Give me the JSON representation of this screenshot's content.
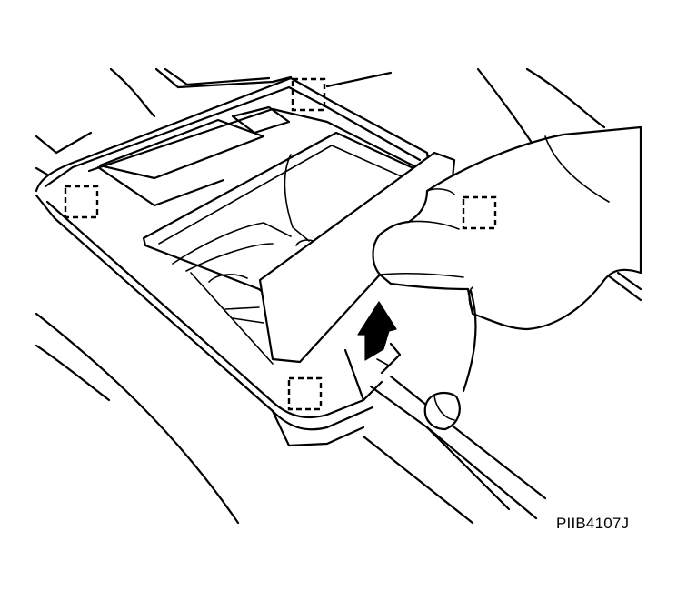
{
  "figure": {
    "code": "PIIB4107J",
    "clip_marker_count": 4,
    "arrow_direction": "up"
  },
  "colors": {
    "line": "#000000",
    "background": "#ffffff"
  }
}
